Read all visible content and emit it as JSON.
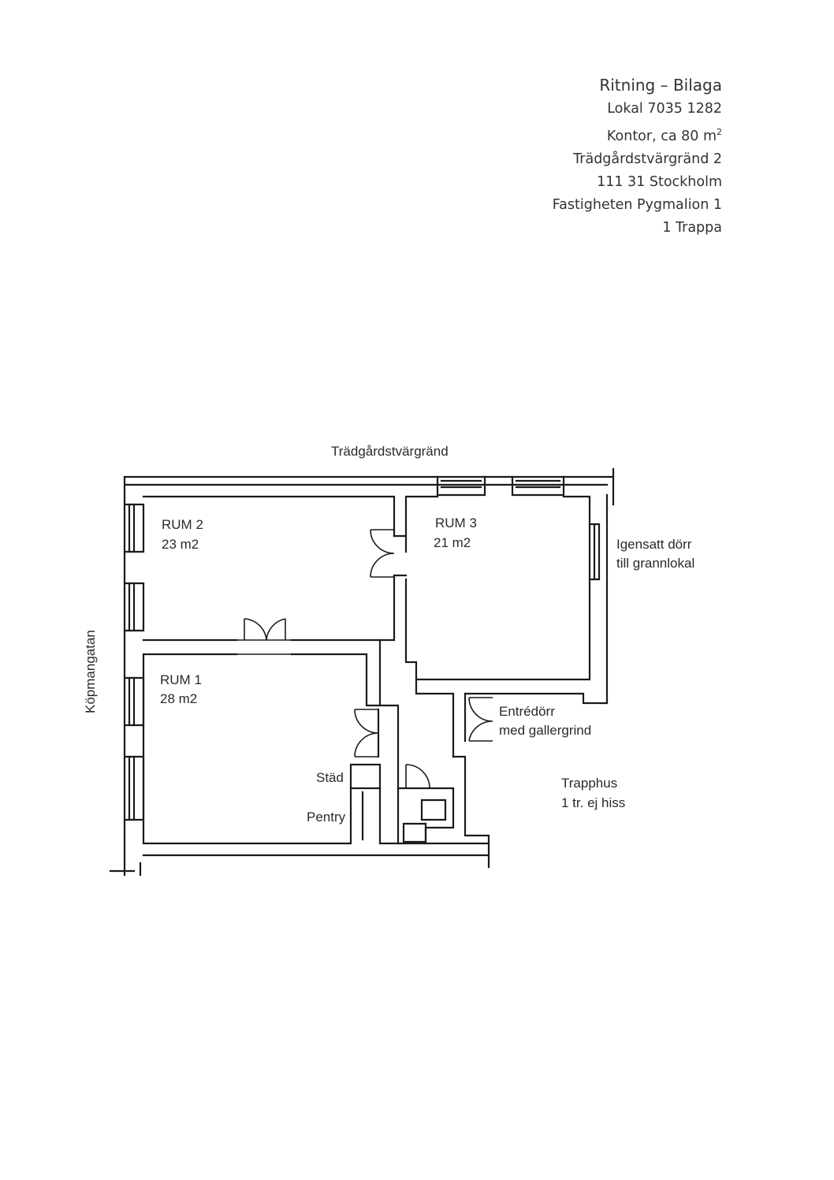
{
  "header": {
    "title": "Ritning – Bilaga",
    "lokal": "Lokal 7035 1282",
    "kontor": "Kontor, ca 80 m",
    "kontor_sup": "2",
    "address": "Trädgårdstvärgränd 2",
    "city": "111 31 Stockholm",
    "property": "Fastigheten Pygmalion 1",
    "floor": "1 Trappa"
  },
  "plan": {
    "street_top": "Trädgårdstvärgränd",
    "street_left": "Köpmangatan",
    "rooms": [
      {
        "name": "RUM 2",
        "area": "23 m2"
      },
      {
        "name": "RUM 3",
        "area": "21 m2"
      },
      {
        "name": "RUM 1",
        "area": "28 m2"
      }
    ],
    "note_door_line1": "Igensatt dörr",
    "note_door_line2": "till grannlokal",
    "entry_line1": "Entrédörr",
    "entry_line2": "med gallergrind",
    "stairs_line1": "Trapphus",
    "stairs_line2": "1 tr. ej hiss",
    "clean": "Städ",
    "pantry": "Pentry"
  }
}
